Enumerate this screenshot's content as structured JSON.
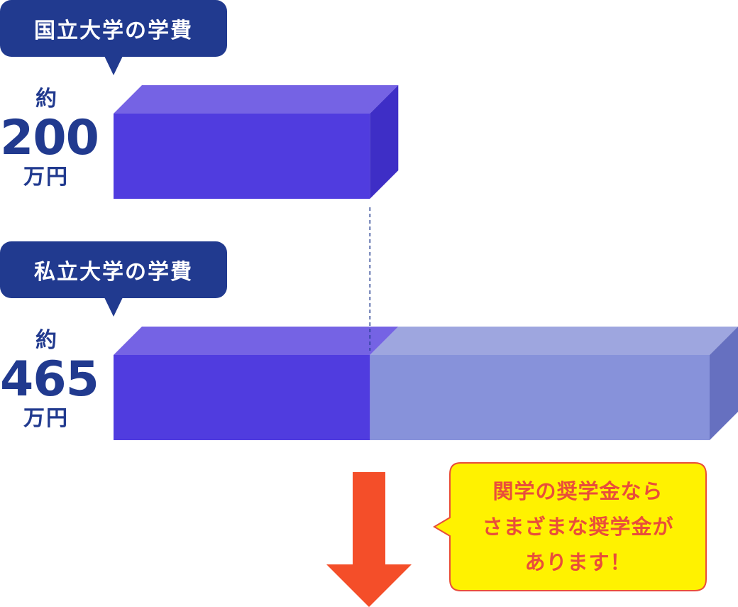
{
  "colors": {
    "label_bg": "#213a8f",
    "label_text": "#ffffff",
    "amount_text": "#213a8f",
    "bar_front": "#503cdf",
    "bar_top": "#7563e4",
    "bar_side": "#3e2ec6",
    "extra_front": "#8792da",
    "extra_top": "#9ea6df",
    "extra_side": "#6670c0",
    "guide_line": "#213a8f",
    "arrow": "#f44e29",
    "callout_bg": "#fff200",
    "callout_border": "#e94e3a",
    "callout_text": "#e94e3a"
  },
  "chart_data": {
    "type": "bar",
    "orientation": "horizontal",
    "style": "3d",
    "categories": [
      "国立大学の学費",
      "私立大学の学費"
    ],
    "values": [
      200,
      465
    ],
    "value_prefix": "約",
    "value_unit": "万円",
    "xlim": [
      0,
      465
    ],
    "grid": false,
    "legend": "none",
    "highlight_difference": true
  },
  "callout": {
    "lines": [
      "関学の奨学金なら",
      "さまざまな奨学金が",
      "あります！"
    ]
  }
}
